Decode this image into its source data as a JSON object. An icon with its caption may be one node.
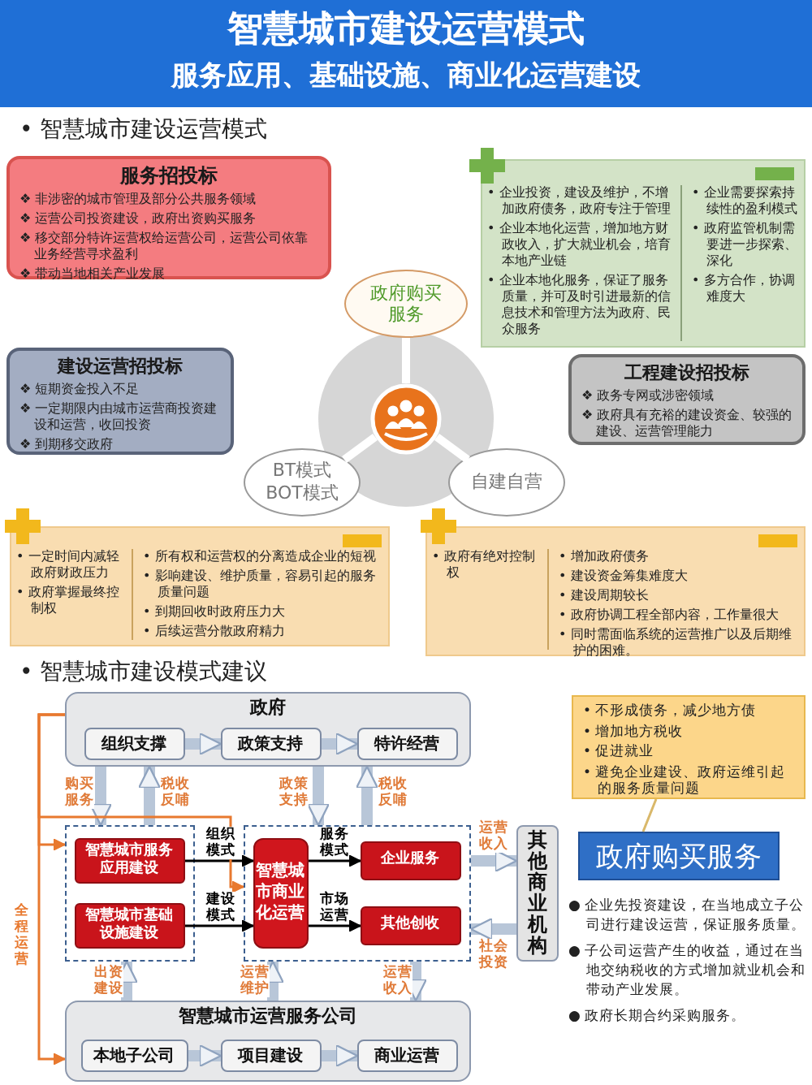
{
  "diagram": {
    "title": "智慧城市建设运营模式",
    "nodes": [
      {
        "text": [
          "服务招投标",
          "❖ 非涉密的城市管理及部分公共服务领域",
          "❖ 运营公司投资建设，政府出资购买服务",
          "❖ 移交部分特许运营权给运营公司，运营公司依靠业务经营寻求盈利",
          "❖ 带动当地相关产业发展"
        ]
      },
      {
        "text": [
          "政府购买服务"
        ]
      },
      {
        "text": [],
        "shape": "box"
      },
      {
        "text": [
          "• 企业投资，建设及维护，不增加政府债务，政府专注于管理",
          "• 企业本地化运营，增加地方财政收入，扩大就业机会，培育本地产业链",
          "• 企业本地化服务，保证了服务质量，并可及时引进最新的信息技术和管理方法为政府、民众服务"
        ],
        "in": 2
      },
      {
        "text": [
          "• 企业需要探索持续性的盈利模式",
          "• 政府监管机制需要进一步探索、深化",
          "• 多方合作，协调难度大"
        ],
        "in": 2
      },
      {
        "text": [
          "建设运营招投标",
          "❖ 短期资金投入不足",
          "❖ 一定期限内由城市运营商投资建设和运营，收回投资",
          "❖ 到期移交政府"
        ]
      },
      {
        "text": [],
        "shape": "circle"
      },
      {
        "text": [
          "工程建设招投标",
          "❖ 政务专网或涉密领域",
          "❖ 政府具有充裕的建设资金、较强的建设、运营管理能力"
        ]
      },
      {
        "text": [],
        "shape": "box"
      },
      {
        "text": [
          "• 一定时间内减轻政府财政压力",
          "• 政府掌握最终控制权"
        ],
        "in": 8
      },
      {
        "text": [
          "• 所有权和运营权的分离造成企业的短视",
          "• 影响建设、维护质量，容易引起的服务质量问题",
          "• 到期回收时政府压力大",
          "• 后续运营分散政府精力"
        ],
        "in": 8
      },
      {
        "text": [
          "BT模式",
          "BOT模式"
        ]
      },
      {
        "text": [
          "自建自营"
        ]
      },
      {
        "text": [],
        "shape": "box"
      },
      {
        "text": [
          "• 政府有绝对控制权"
        ],
        "in": 13
      },
      {
        "text": [
          "• 增加政府债务",
          "• 建设资金筹集难度大",
          "• 建设周期较长",
          "• 政府协调工程全部内容，工作量很大",
          "• 同时需面临系统的运营推广以及后期维护的困难。"
        ],
        "in": 13
      },
      {
        "text": [
          "政府"
        ]
      },
      {
        "text": [
          "组织支撑"
        ],
        "in": 16
      },
      {
        "text": [
          "政策支持"
        ],
        "in": 16
      },
      {
        "text": [
          "特许经营"
        ],
        "in": 16
      },
      {
        "text": [
          "• 不形成债务，减少地方债",
          "• 增加地方税收",
          "• 促进就业",
          "• 避免企业建设、政府运维引起的服务质量问题"
        ]
      },
      {
        "text": [],
        "shape": "box"
      },
      {
        "text": [
          "智慧城市服务应用建设"
        ],
        "in": 21
      },
      {
        "text": [
          "智慧城市基础设施建设"
        ],
        "in": 21
      },
      {
        "text": [],
        "shape": "box"
      },
      {
        "text": [
          "智慧城市商业化运营"
        ],
        "in": 24
      },
      {
        "text": [
          "企业服务"
        ],
        "in": 24
      },
      {
        "text": [
          "其他创收"
        ],
        "in": 24
      },
      {
        "text": [
          "其他商业机构"
        ]
      },
      {
        "text": [
          "政府购买服务"
        ]
      },
      {
        "text": [
          "智慧城市运营服务公司"
        ]
      },
      {
        "text": [
          "本地子公司"
        ],
        "in": 30
      },
      {
        "text": [
          "项目建设"
        ],
        "in": 30
      },
      {
        "text": [
          "商业运营"
        ],
        "in": 30
      }
    ],
    "edges": [
      {
        "from": 1,
        "to": 6,
        "arrow": "none",
        "color": "#ffffff"
      },
      {
        "from": 6,
        "to": 11,
        "arrow": "none",
        "color": "#ffffff"
      },
      {
        "from": 6,
        "to": 12,
        "arrow": "none",
        "color": "#ffffff"
      },
      {
        "from": 17,
        "to": 18,
        "arrow": "to"
      },
      {
        "from": 18,
        "to": 19,
        "arrow": "to"
      },
      {
        "from": 16,
        "to": 21,
        "arrow": "to",
        "label": "购买服务"
      },
      {
        "from": 21,
        "to": 16,
        "arrow": "to",
        "label": "税收反哺"
      },
      {
        "from": 16,
        "to": 24,
        "arrow": "to",
        "label": "政策支持"
      },
      {
        "from": 24,
        "to": 16,
        "arrow": "to",
        "label": "税收反哺"
      },
      {
        "from": 22,
        "to": 25,
        "arrow": "to",
        "label": "组织模式",
        "color": "#000000"
      },
      {
        "from": 23,
        "to": 25,
        "arrow": "to",
        "label": "建设模式",
        "color": "#000000"
      },
      {
        "from": 25,
        "to": 26,
        "arrow": "to",
        "label": "服务模式",
        "color": "#000000"
      },
      {
        "from": 25,
        "to": 27,
        "arrow": "to",
        "label": "市场运营",
        "color": "#000000"
      },
      {
        "from": 24,
        "to": 28,
        "arrow": "to",
        "label": "运营收入"
      },
      {
        "from": 28,
        "to": 24,
        "arrow": "to",
        "label": "社会投资"
      },
      {
        "from": 30,
        "to": 21,
        "arrow": "to",
        "label": "出资建设"
      },
      {
        "from": 30,
        "to": 24,
        "arrow": "to",
        "label": "运营维护"
      },
      {
        "from": 24,
        "to": 30,
        "arrow": "to",
        "label": "运营收入"
      },
      {
        "from": 31,
        "to": 32,
        "arrow": "to"
      },
      {
        "from": 32,
        "to": 33,
        "arrow": "to"
      },
      {
        "from": 16,
        "to": 30,
        "arrow": "to",
        "label": "全程运营",
        "color": "#e8792f"
      },
      {
        "from": 16,
        "to": 21,
        "arrow": "to",
        "color": "#e8792f"
      },
      {
        "from": 16,
        "to": 24,
        "arrow": "to",
        "color": "#e8792f"
      },
      {
        "from": 20,
        "to": 29,
        "arrow": "none",
        "color": "#d9b86a"
      }
    ],
    "labels": [
      "服务应用、基础设施、商业化运营建设",
      "• 智慧城市建设运营模式",
      "• 智慧城市建设模式建议",
      "● 企业先投资建设，在当地成立子公司进行建设运营，保证服务质量。",
      "● 子公司运营产生的收益，通过在当地交纳税收的方式增加就业机会和带动产业发展。",
      "● 政府长期合约采购服务。"
    ]
  }
}
